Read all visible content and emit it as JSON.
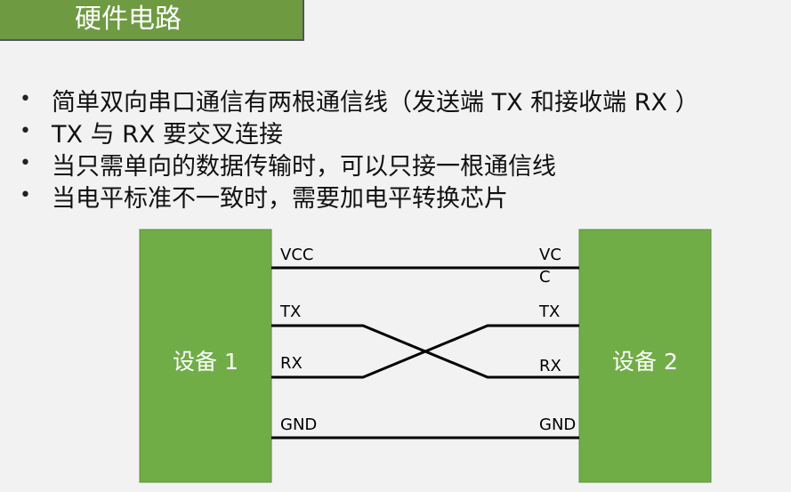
{
  "slide": {
    "title": "硬件电路"
  },
  "bullets": [
    "简单双向串口通信有两根通信线（发送端 TX 和接收端 RX ）",
    "TX 与 RX 要交叉连接",
    "当只需单向的数据传输时，可以只接一根通信线",
    "当电平标准不一致时，需要加电平转换芯片"
  ],
  "bullet_glyph": "•",
  "diagram": {
    "device_left": "设备 1",
    "device_right": "设备 2",
    "left_labels": {
      "vcc": "VCC",
      "tx": "TX",
      "rx": "RX",
      "gnd": "GND"
    },
    "right_labels": {
      "vcc_line1": "VC",
      "vcc_line2": "C",
      "tx": "TX",
      "rx": "RX",
      "gnd": "GND"
    },
    "colors": {
      "device_fill": "#70ad47",
      "device_border": "#5a8f38",
      "wire": "#000000"
    }
  }
}
